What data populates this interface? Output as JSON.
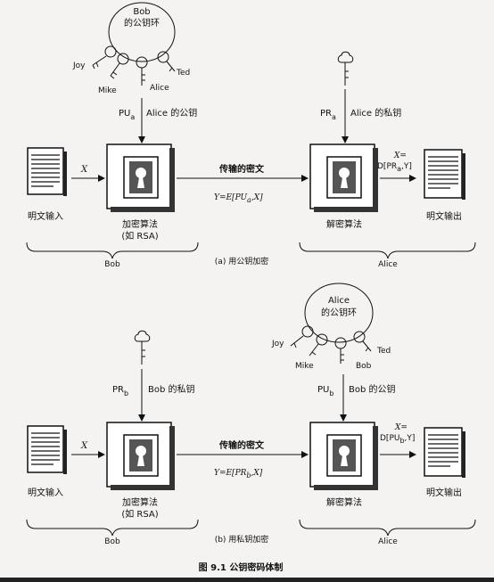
{
  "panel_a": {
    "keyring_title": "Bob\n的公钥环",
    "key_names": [
      "Joy",
      "Mike",
      "Alice",
      "Ted"
    ],
    "pu_label": "PU",
    "pu_sub": "a",
    "pu_desc": "Alice 的公钥",
    "pr_label": "PR",
    "pr_sub": "a",
    "pr_desc": "Alice 的私钥",
    "plaintext_in": "明文输入",
    "x_in": "X",
    "encrypt_label": "加密算法",
    "encrypt_sub": "(如 RSA)",
    "cipher_label": "传输的密文",
    "cipher_formula": "Y=E[PU",
    "cipher_formula_sub": "a",
    "cipher_formula_tail": ",X]",
    "decrypt_label": "解密算法",
    "x_out": "X=",
    "x_out_formula": "D[PR",
    "x_out_sub": "a",
    "x_out_tail": ",Y]",
    "plaintext_out": "明文输出",
    "left_owner": "Bob",
    "right_owner": "Alice",
    "caption": "(a) 用公钥加密"
  },
  "panel_b": {
    "keyring_title": "Alice\n的公钥环",
    "key_names": [
      "Joy",
      "Mike",
      "Bob",
      "Ted"
    ],
    "pr_label": "PR",
    "pr_sub": "b",
    "pr_desc": "Bob 的私钥",
    "pu_label": "PU",
    "pu_sub": "b",
    "pu_desc": "Bob 的公钥",
    "plaintext_in": "明文输入",
    "x_in": "X",
    "encrypt_label": "加密算法",
    "encrypt_sub": "(如 RSA)",
    "cipher_label": "传输的密文",
    "cipher_formula": "Y=E[PR",
    "cipher_formula_sub": "b",
    "cipher_formula_tail": ",X]",
    "decrypt_label": "解密算法",
    "x_out": "X=",
    "x_out_formula": "D[PU",
    "x_out_sub": "b",
    "x_out_tail": ",Y]",
    "plaintext_out": "明文输出",
    "left_owner": "Bob",
    "right_owner": "Alice",
    "caption": "(b) 用私钥加密"
  },
  "figure_caption": "图 9.1   公钥密码体制"
}
